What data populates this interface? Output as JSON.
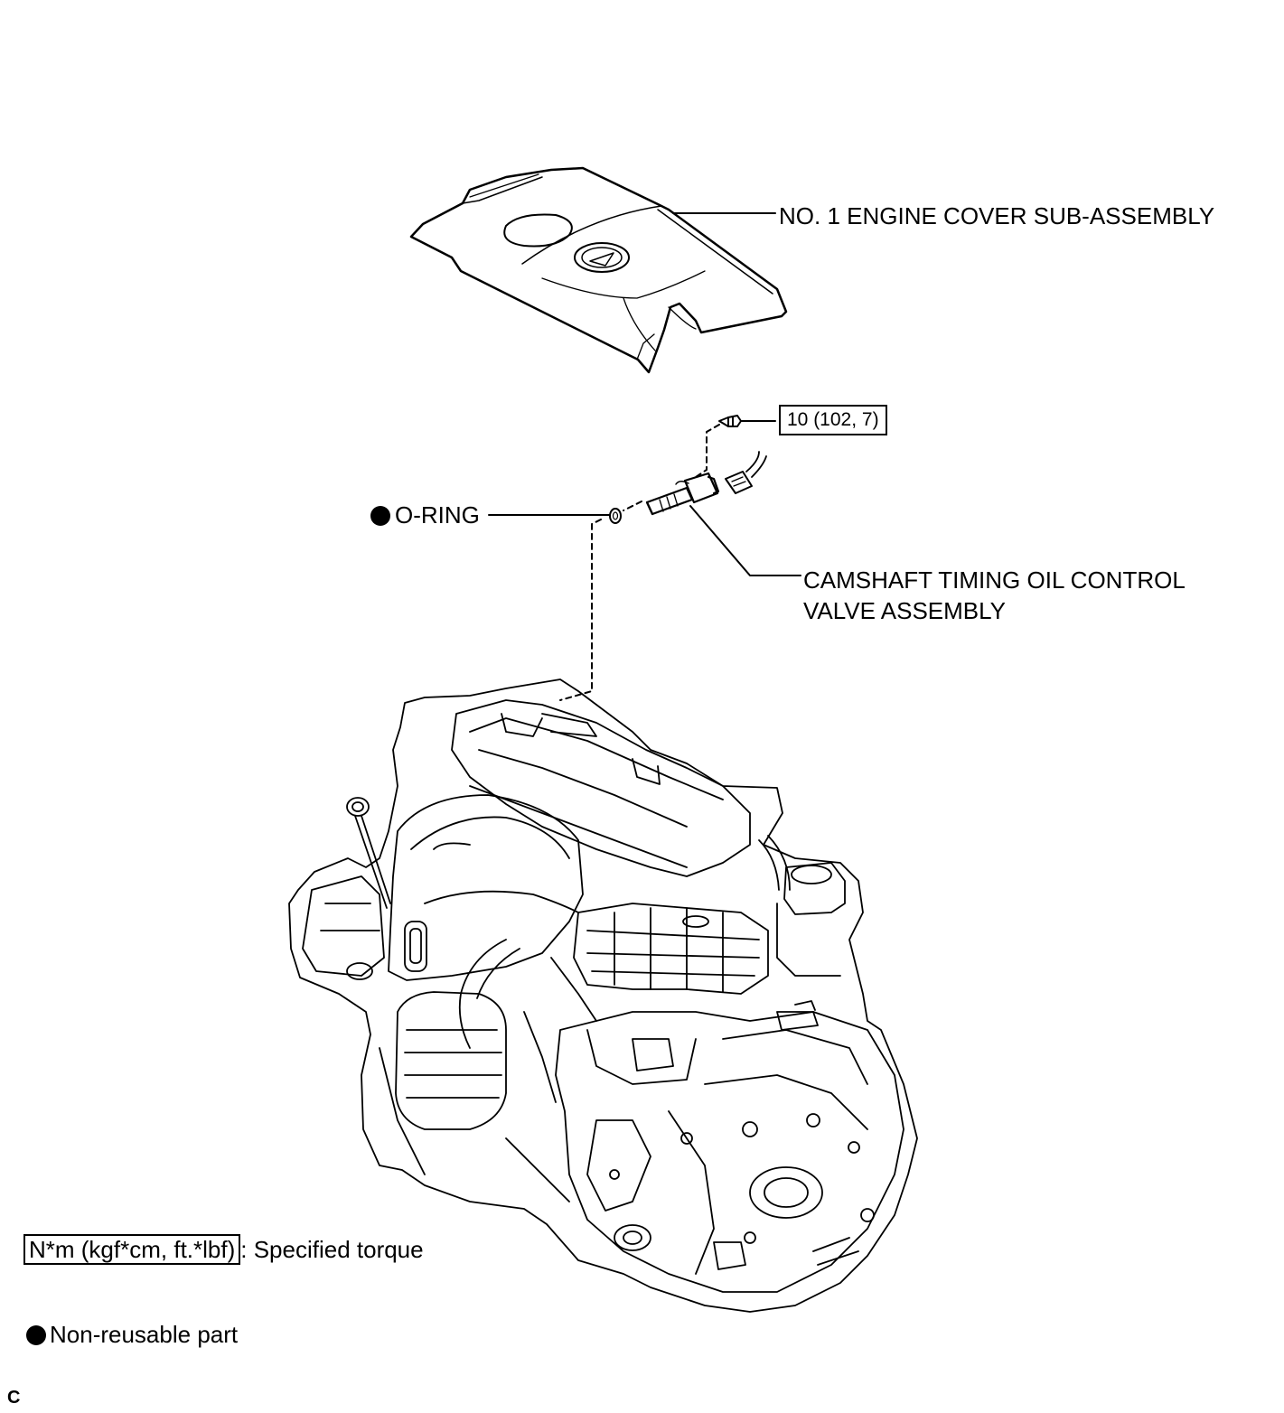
{
  "labels": {
    "engine_cover": "NO. 1 ENGINE COVER SUB-ASSEMBLY",
    "torque_value": "10 (102, 7)",
    "o_ring": "O-RING",
    "valve_line1": "CAMSHAFT TIMING OIL CONTROL",
    "valve_line2": "VALVE ASSEMBLY"
  },
  "legend": {
    "torque_unit": "N*m (kgf*cm, ft.*lbf)",
    "torque_desc": ": Specified torque",
    "non_reusable": "Non-reusable part"
  },
  "corner_mark": "C"
}
